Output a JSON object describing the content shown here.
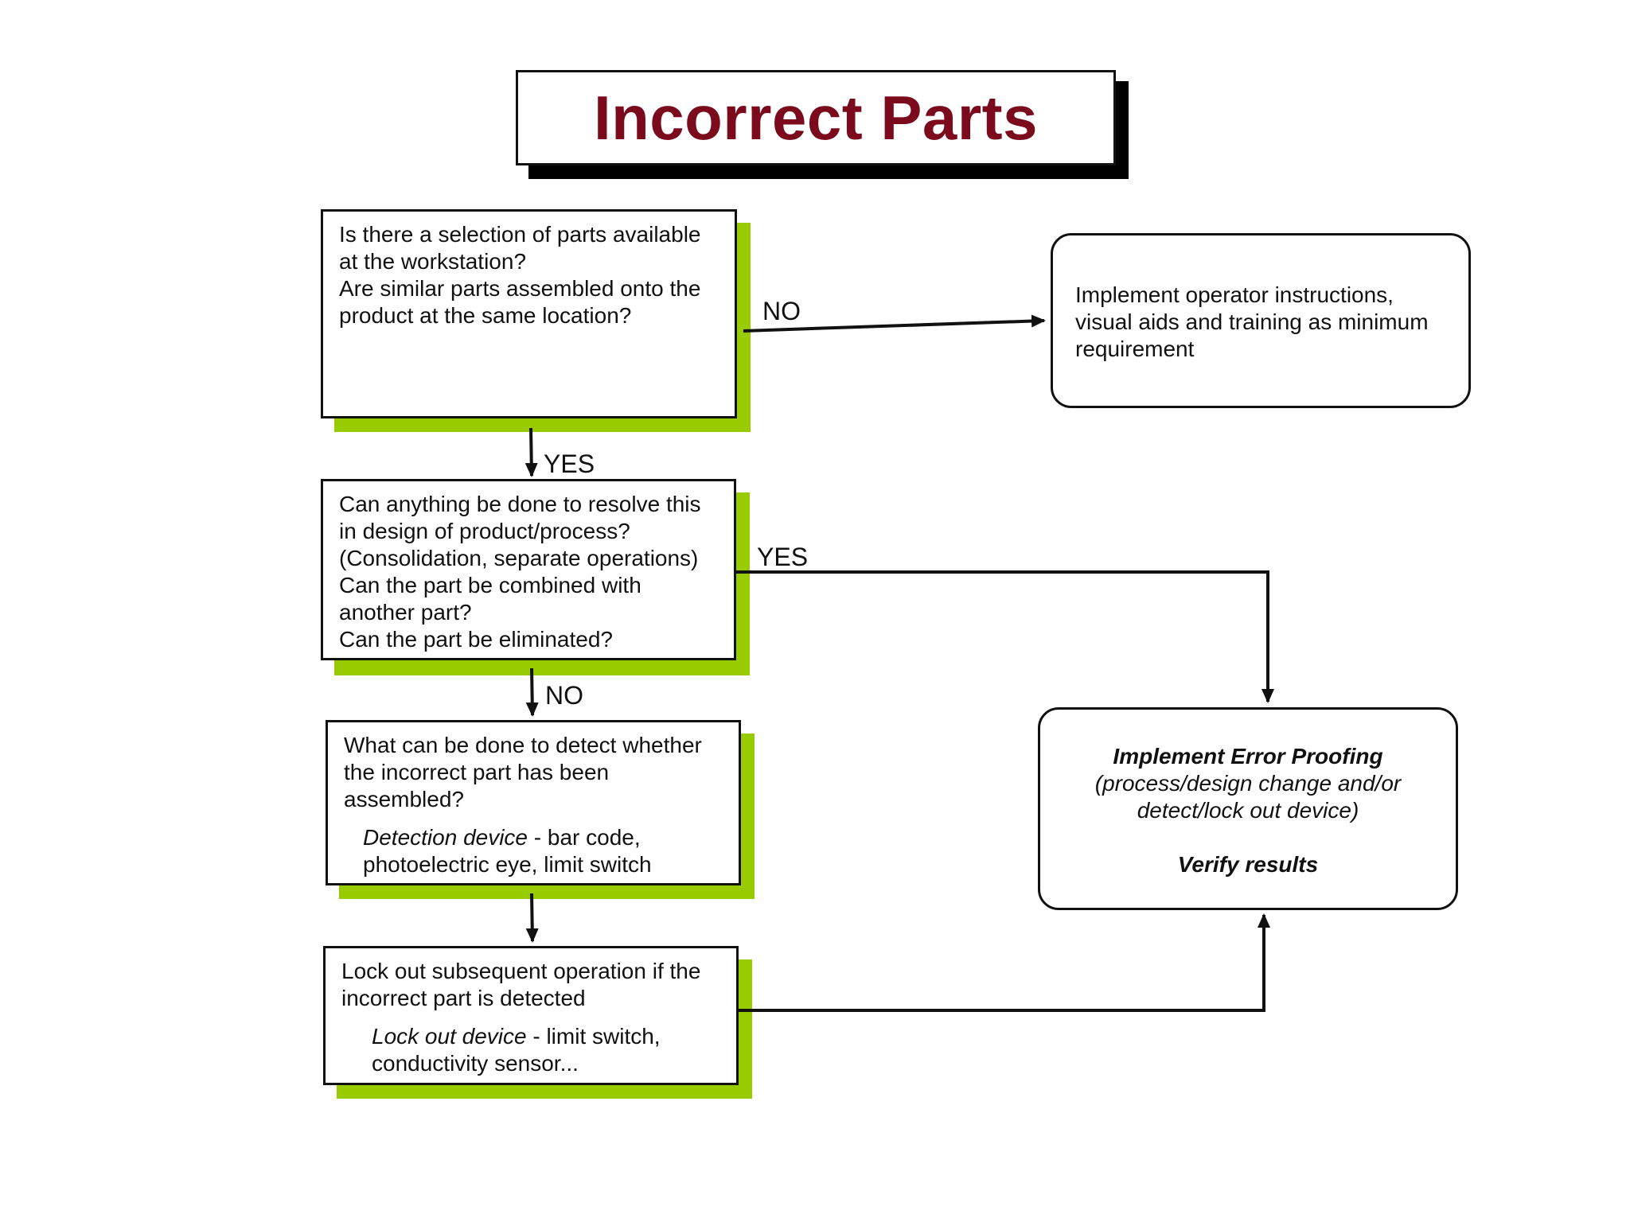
{
  "title": "Incorrect Parts",
  "colors": {
    "title": "#7a0a1c",
    "shadow": "#99cc00",
    "stroke": "#111111"
  },
  "boxes": {
    "q1": {
      "lines": [
        "Is there a selection of parts available",
        "at the workstation?",
        "Are similar parts assembled onto the",
        "product at the same location?"
      ]
    },
    "q2": {
      "lines": [
        "Can anything be done to resolve this",
        "in design of  product/process?",
        "(Consolidation, separate operations)",
        "Can the part be combined with",
        "another part?",
        "Can the part be eliminated?"
      ]
    },
    "q3": {
      "lines": [
        "What can be done to detect whether",
        "the incorrect part has been",
        "assembled?"
      ],
      "device_label": "Detection device",
      "device_text": " - bar code,",
      "device_line2": "photoelectric eye, limit switch"
    },
    "q4": {
      "lines": [
        "Lock out subsequent operation if the",
        "incorrect part is detected"
      ],
      "device_label": "Lock out device",
      "device_text": " -  limit switch,",
      "device_line2": "conductivity sensor..."
    },
    "r1": {
      "lines": [
        "Implement operator instructions,",
        "visual aids and training as minimum",
        "requirement"
      ]
    },
    "r2": {
      "heading": "Implement Error Proofing",
      "lines": [
        "(process/design change and/or",
        "detect/lock out device)"
      ],
      "footer": "Verify results"
    }
  },
  "labels": {
    "q1_no": "NO",
    "q1_yes": "YES",
    "q2_yes": "YES",
    "q2_no": "NO"
  }
}
